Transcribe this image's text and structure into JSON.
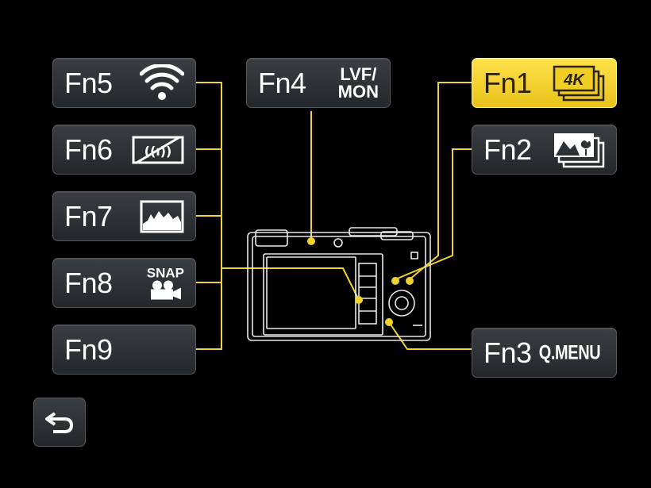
{
  "fn_buttons": {
    "fn5": {
      "label": "Fn5",
      "icon": "wifi-icon"
    },
    "fn6": {
      "label": "Fn6",
      "icon": "wireless-off-icon"
    },
    "fn7": {
      "label": "Fn7",
      "icon": "histogram-icon"
    },
    "fn8": {
      "label": "Fn8",
      "icon": "snap-movie-icon",
      "icon_text": "SNAP"
    },
    "fn9": {
      "label": "Fn9"
    },
    "fn4": {
      "label": "Fn4",
      "icon_text_top": "LVF/",
      "icon_text_bottom": "MON"
    },
    "fn1": {
      "label": "Fn1",
      "icon": "4k-photo-icon",
      "icon_text": "4K",
      "selected": true
    },
    "fn2": {
      "label": "Fn2",
      "icon": "post-focus-icon"
    },
    "fn3": {
      "label": "Fn3",
      "icon_text": "Q.MENU"
    }
  },
  "back_button": {
    "icon": "return-arrow-icon"
  },
  "camera": {
    "icon": "camera-back-diagram-icon"
  },
  "colors": {
    "accent": "#f2d32b",
    "button_bg": "#2e3236",
    "line": "#f2d32b"
  }
}
